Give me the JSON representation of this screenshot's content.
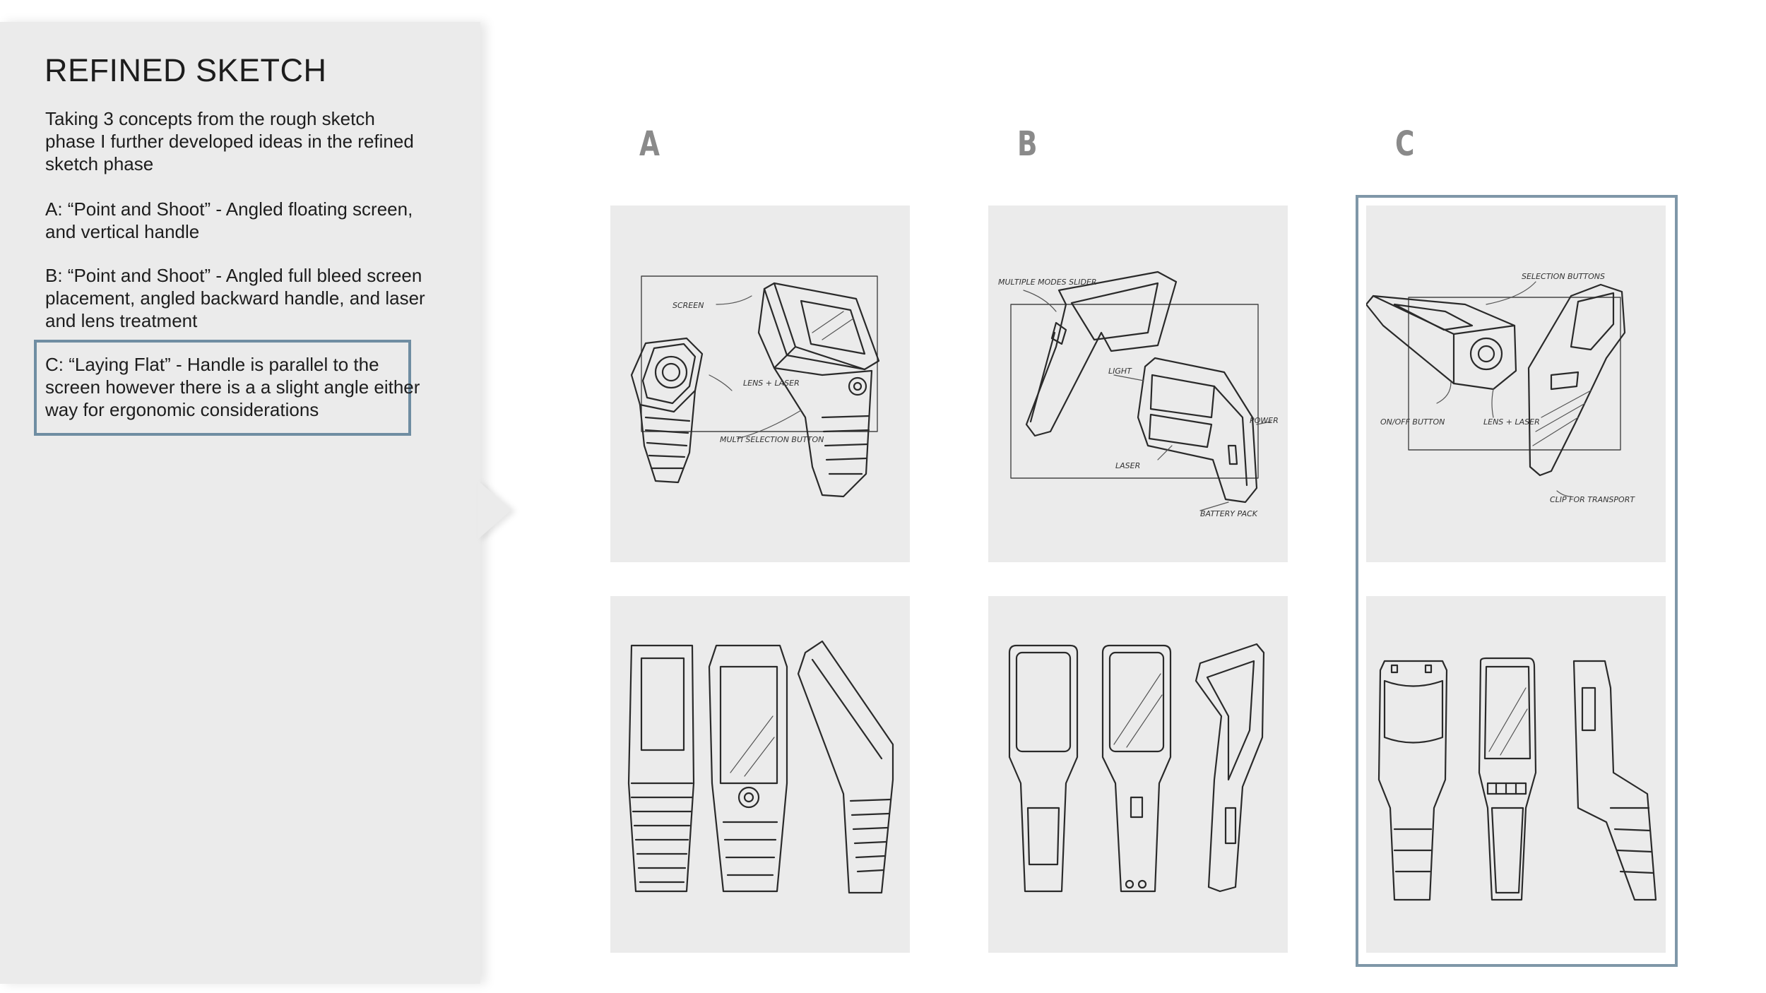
{
  "panel": {
    "title": "REFINED SKETCH",
    "intro": "Taking 3 concepts from the rough sketch phase I further developed ideas in the refined sketch phase",
    "concept_a": "A: “Point and Shoot” - Angled floating screen, and vertical handle",
    "concept_b": "B: “Point and Shoot” - Angled full bleed screen placement, angled backward handle, and laser and lens treatment",
    "concept_c": "C: “Laying Flat” - Handle is parallel to the screen however there is a a slight angle either way for ergonomic considerations",
    "highlight_color": "#6f8da2"
  },
  "columns": {
    "a": "A",
    "b": "B",
    "c": "C"
  },
  "annotations": {
    "a": {
      "screen": "SCREEN",
      "lens_laser": "LENS + LASER",
      "multi_selection": "MULTI SELECTION BUTTON"
    },
    "b": {
      "multiple_modes": "MULTIPLE MODES SLIDER",
      "light": "LIGHT",
      "power": "POWER",
      "laser": "LASER",
      "battery": "BATTERY PACK"
    },
    "c": {
      "selection_buttons": "SELECTION BUTTONS",
      "on_off": "ON/OFF BUTTON",
      "lens_laser": "LENS + LASER",
      "clip": "CLIP FOR TRANSPORT"
    }
  },
  "selected_column": "C",
  "selected_color": "#7f97a8"
}
